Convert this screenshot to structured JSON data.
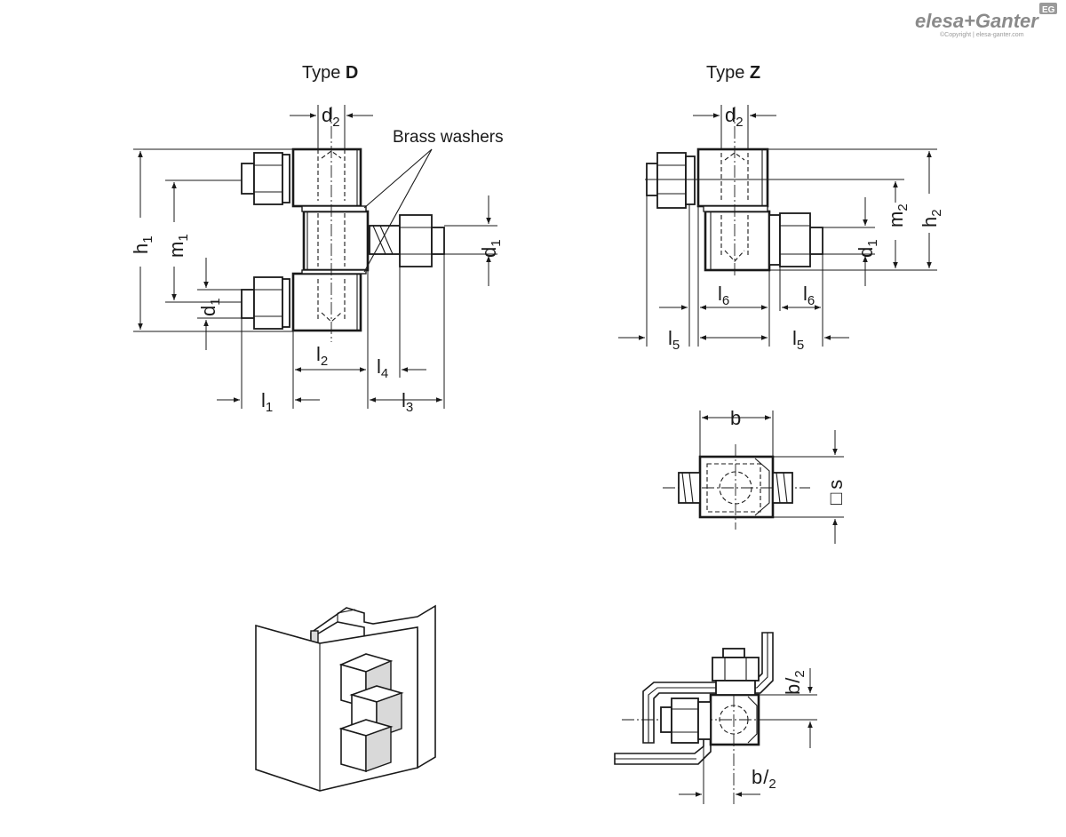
{
  "brand": {
    "logo_text": "elesa+Ganter",
    "badge": "EG",
    "copyright": "©Copyright | elesa-ganter.com"
  },
  "type_d": {
    "title_prefix": "Type ",
    "title_letter": "D",
    "callout": "Brass washers",
    "dims": {
      "d2": "d",
      "d2_sub": "2",
      "h1": "h",
      "h1_sub": "1",
      "m1": "m",
      "m1_sub": "1",
      "d1_right": "d",
      "d1_right_sub": "1",
      "d1_left": "d",
      "d1_left_sub": "1",
      "l2": "l",
      "l2_sub": "2",
      "l4": "l",
      "l4_sub": "4",
      "l1": "l",
      "l1_sub": "1",
      "l3": "l",
      "l3_sub": "3"
    }
  },
  "type_z": {
    "title_prefix": "Type ",
    "title_letter": "Z",
    "dims": {
      "d2": "d",
      "d2_sub": "2",
      "m2": "m",
      "m2_sub": "2",
      "h2": "h",
      "h2_sub": "2",
      "d1": "d",
      "d1_sub": "1",
      "l6_a": "l",
      "l6_a_sub": "6",
      "l6_b": "l",
      "l6_b_sub": "6",
      "l5_a": "l",
      "l5_a_sub": "5",
      "l5_b": "l",
      "l5_b_sub": "5"
    }
  },
  "section_view": {
    "b": "b",
    "s_symbol": "□",
    "s": "s"
  },
  "mounting_view": {
    "b_top": "b",
    "b_top_div": "2",
    "b_bottom": "b",
    "b_bottom_div": "2"
  }
}
